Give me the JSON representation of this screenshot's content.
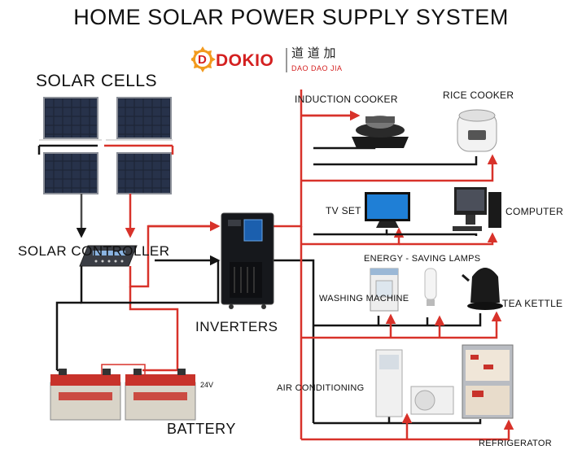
{
  "title": "HOME SOLAR POWER SUPPLY SYSTEM",
  "brand": {
    "name": "DOKIO",
    "badge_letter": "D",
    "cn_name": "道 道 加",
    "pinyin": "DAO DAO JIA"
  },
  "components": {
    "solar_cells": "SOLAR CELLS",
    "solar_controller": "SOLAR CONTROLLER",
    "inverters": "INVERTERS",
    "battery": "BATTERY",
    "battery_voltage": "24V"
  },
  "appliances": {
    "induction_cooker": "INDUCTION COOKER",
    "rice_cooker": "RICE COOKER",
    "tv_set": "TV SET",
    "computer": "COMPUTER",
    "energy_saving_lamps": "ENERGY - SAVING LAMPS",
    "washing_machine": "WASHING MACHINE",
    "tea_kettle": "TEA KETTLE",
    "air_conditioning": "AIR CONDITIONING",
    "refrigerator": "REFRIGERATOR"
  },
  "colors": {
    "positive_wire": "#d8322a",
    "negative_wire": "#141414",
    "brand_red": "#d42020",
    "brand_orange": "#f29a1e"
  }
}
